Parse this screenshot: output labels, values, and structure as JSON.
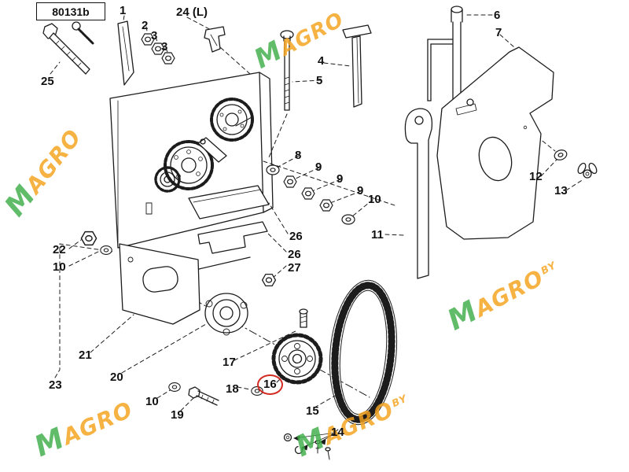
{
  "drawing": {
    "number": "80131b",
    "highlighted_part": "16"
  },
  "colors": {
    "wm-green": "#3fae49",
    "wm-orange": "#f5a31c",
    "highlight": "#d22b21",
    "line": "#1c1c1c"
  },
  "watermark": {
    "m": "M",
    "name": "AGRO",
    "suffix": "BY"
  },
  "labels": [
    {
      "text": "1"
    },
    {
      "text": "24 (L)"
    },
    {
      "text": "2"
    },
    {
      "text": "3"
    },
    {
      "text": "3"
    },
    {
      "text": "25"
    },
    {
      "text": "4"
    },
    {
      "text": "5"
    },
    {
      "text": "6"
    },
    {
      "text": "7"
    },
    {
      "text": "8"
    },
    {
      "text": "9"
    },
    {
      "text": "9"
    },
    {
      "text": "9"
    },
    {
      "text": "10"
    },
    {
      "text": "11"
    },
    {
      "text": "12"
    },
    {
      "text": "13"
    },
    {
      "text": "22"
    },
    {
      "text": "10"
    },
    {
      "text": "26"
    },
    {
      "text": "26"
    },
    {
      "text": "27"
    },
    {
      "text": "21"
    },
    {
      "text": "20"
    },
    {
      "text": "17"
    },
    {
      "text": "18"
    },
    {
      "text": "16"
    },
    {
      "text": "19"
    },
    {
      "text": "10"
    },
    {
      "text": "15"
    },
    {
      "text": "23"
    },
    {
      "text": "14"
    }
  ]
}
